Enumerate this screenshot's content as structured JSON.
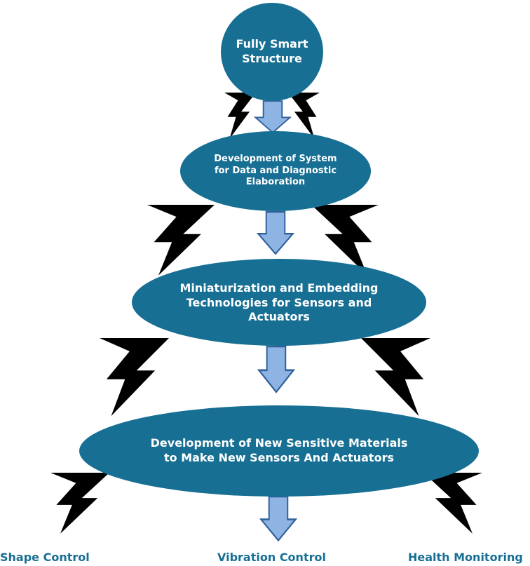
{
  "colors": {
    "node_fill": "#176f93",
    "node_text": "#ffffff",
    "arrow_fill": "#8eb4e3",
    "arrow_stroke": "#2f5f9a",
    "bolt_fill": "#000000",
    "outcome_text": "#176f93"
  },
  "nodes": [
    {
      "id": "fully-smart-structure",
      "label": "Fully Smart\nStructure"
    },
    {
      "id": "data-diagnostic-system",
      "label": "Development of System\nfor Data and Diagnostic\nElaboration"
    },
    {
      "id": "miniaturization-embedding",
      "label": "Miniaturization and Embedding\nTechnologies for Sensors and\nActuators"
    },
    {
      "id": "new-sensitive-materials",
      "label": "Development of New Sensitive Materials\nto Make New Sensors And Actuators"
    }
  ],
  "outcomes": [
    {
      "label": "Shape Control"
    },
    {
      "label": "Vibration Control"
    },
    {
      "label": "Health Monitoring"
    }
  ],
  "icons": [
    "lightning-bolt-icon",
    "down-arrow-icon"
  ]
}
